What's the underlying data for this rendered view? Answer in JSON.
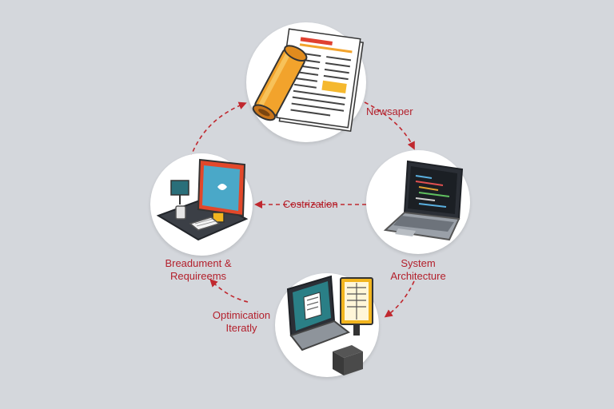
{
  "colors": {
    "background": "#d4d7dc",
    "accent": "#c0282f",
    "label": "#b3202c",
    "node_fill": "#ffffff"
  },
  "nodes": [
    {
      "id": "newspaper",
      "icon": "rolled-newspaper-icon"
    },
    {
      "id": "system",
      "icon": "laptop-code-icon"
    },
    {
      "id": "optimization",
      "icon": "desktop-documents-icon"
    },
    {
      "id": "requirements",
      "icon": "workstation-monitor-icon"
    }
  ],
  "labels": {
    "newspaper": "Newsaper",
    "center": "Costrization",
    "system_line1": "System",
    "system_line2": "Architecture",
    "optimization_line1": "Optimication",
    "optimization_line2": "Iteratly",
    "requirements_line1": "Breadument &",
    "requirements_line2": "Requireems"
  }
}
